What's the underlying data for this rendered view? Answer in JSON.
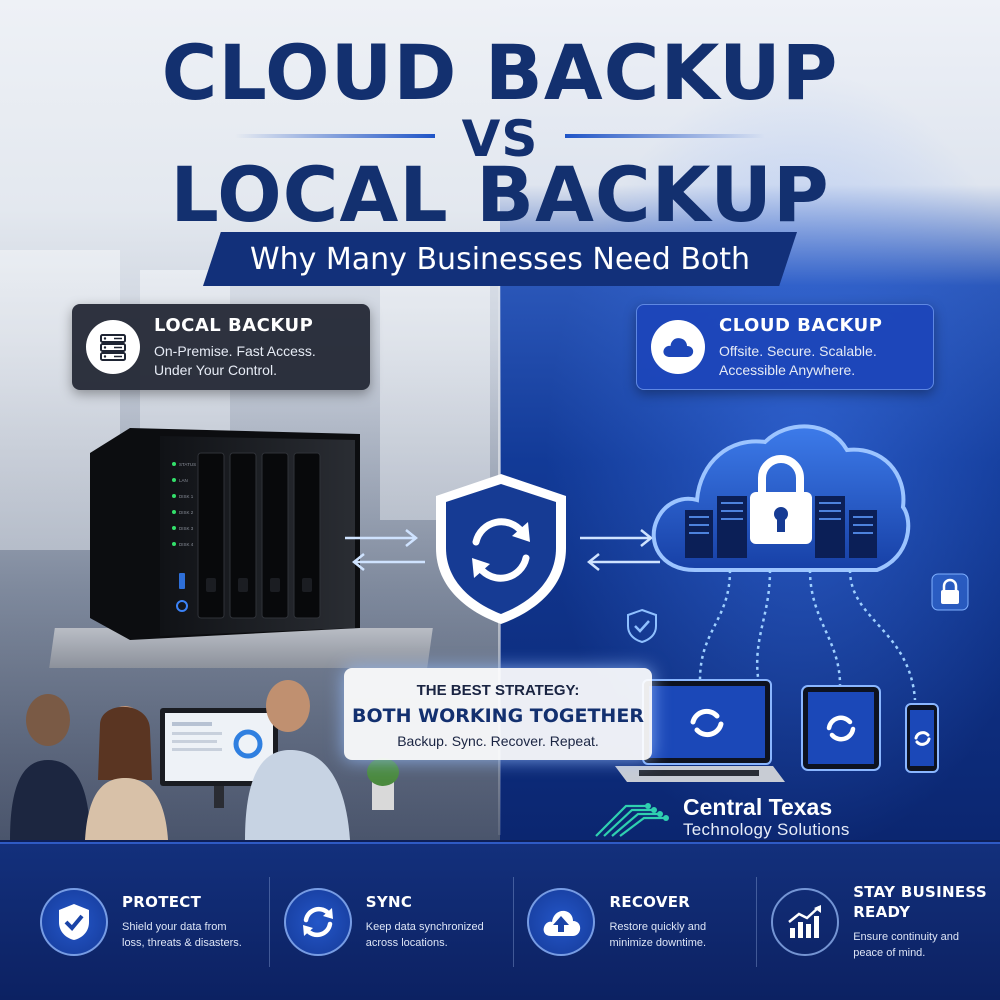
{
  "headline": {
    "line1": "CLOUD BACKUP",
    "vs": "VS",
    "line2": "LOCAL BACKUP",
    "subtitle": "Why Many Businesses Need Both"
  },
  "local_card": {
    "icon": "server-icon",
    "title": "LOCAL BACKUP",
    "desc_line1": "On-Premise. Fast Access.",
    "desc_line2": "Under Your Control."
  },
  "cloud_card": {
    "icon": "cloud-icon",
    "title": "CLOUD BACKUP",
    "desc_line1": "Offsite. Secure. Scalable.",
    "desc_line2": "Accessible Anywhere."
  },
  "nas_labels": [
    "STATUS",
    "LAN",
    "DISK 1",
    "DISK 2",
    "DISK 3",
    "DISK 4"
  ],
  "strategy": {
    "pre": "THE BEST STRATEGY:",
    "main": "BOTH WORKING TOGETHER",
    "sub": "Backup. Sync. Recover. Repeat."
  },
  "company": {
    "name_line1": "Central Texas",
    "name_line2": "Technology Solutions"
  },
  "features": [
    {
      "icon": "shield-check-icon",
      "title": "PROTECT",
      "desc_line1": "Shield your data from",
      "desc_line2": "loss, threats & disasters."
    },
    {
      "icon": "sync-icon",
      "title": "SYNC",
      "desc_line1": "Keep data synchronized",
      "desc_line2": "across locations."
    },
    {
      "icon": "cloud-upload-icon",
      "title": "RECOVER",
      "desc_line1": "Restore quickly and",
      "desc_line2": "minimize downtime."
    },
    {
      "icon": "growth-chart-icon",
      "title_line1": "STAY BUSINESS",
      "title_line2": "READY",
      "desc_line1": "Ensure continuity and",
      "desc_line2": "peace of mind."
    }
  ],
  "colors": {
    "navy": "#13306f",
    "accent_blue": "#1f54c7",
    "band_blue": "#0c2162"
  }
}
